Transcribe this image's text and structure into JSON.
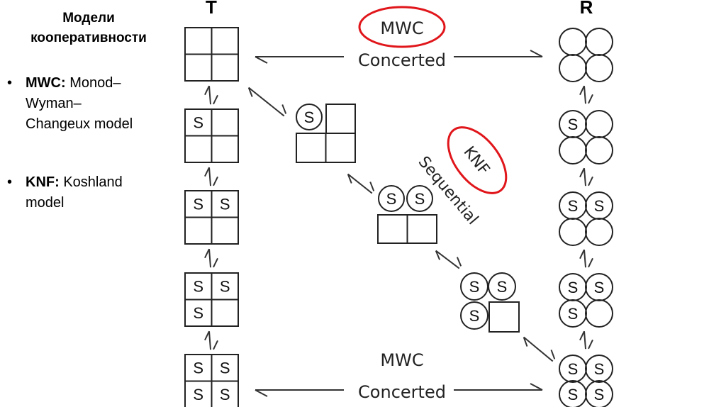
{
  "left_panel": {
    "title_line1": "Модели",
    "title_line2": "кооперативности",
    "bullets": [
      {
        "term": "MWC:",
        "lines": [
          "Monod–",
          "Wyman–",
          "Changeux model"
        ]
      },
      {
        "term": "KNF:",
        "lines": [
          "Koshland",
          "model"
        ]
      }
    ]
  },
  "diagram": {
    "column_t_label": "T",
    "column_r_label": "R",
    "top_transition": {
      "model": "MWC",
      "type": "Concerted",
      "highlighted": true
    },
    "bottom_transition": {
      "model": "MWC",
      "type": "Concerted",
      "highlighted": false
    },
    "diagonal_transition": {
      "model": "KNF",
      "type": "Sequential",
      "highlighted": true
    },
    "substrate_symbol": "S",
    "highlight_color": "#e0161b",
    "t_states_bound": [
      0,
      1,
      2,
      3,
      4
    ],
    "r_states_bound": [
      0,
      1,
      2,
      3,
      4
    ],
    "sequential_states_bound": [
      1,
      2,
      3
    ]
  }
}
